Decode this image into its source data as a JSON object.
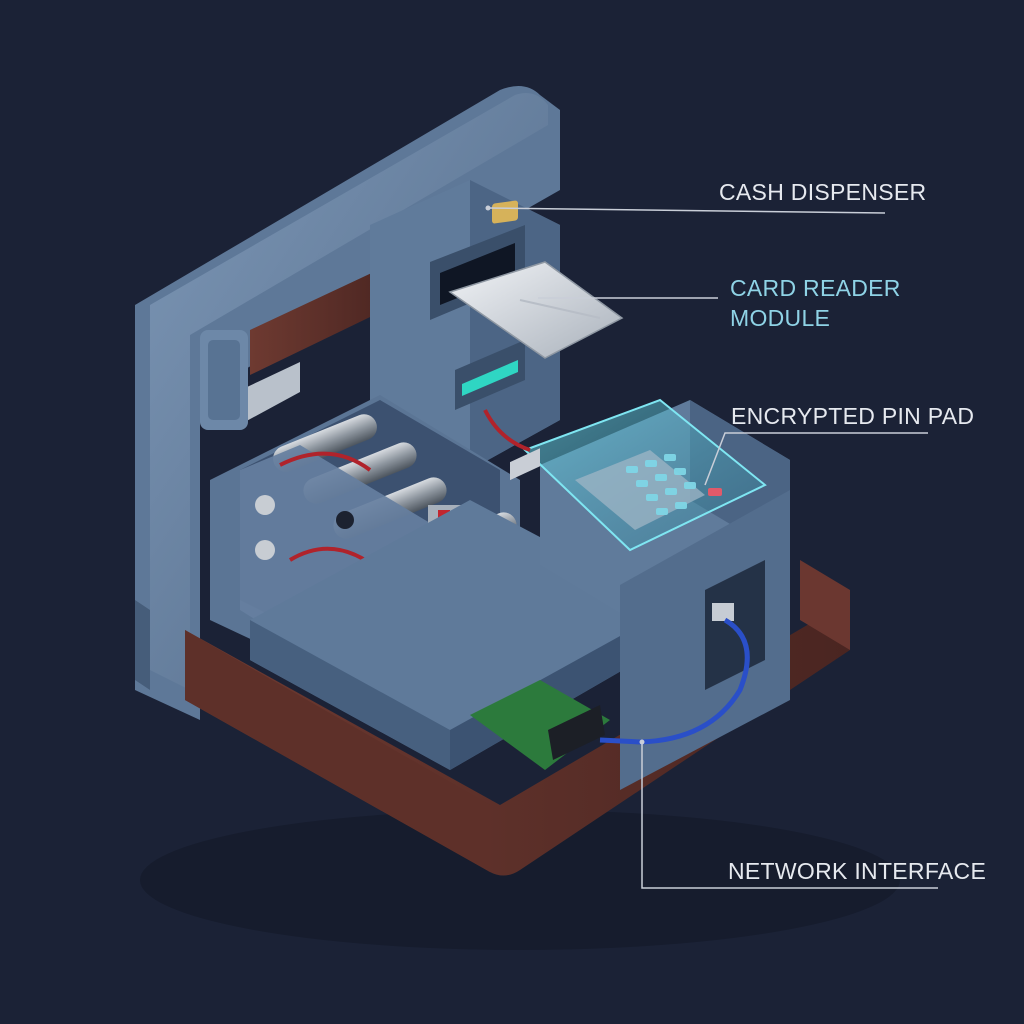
{
  "colors": {
    "background": "#1b2236",
    "label_default": "#e6e9ef",
    "label_highlight": "#8fd3e6",
    "leader_line": "#c9ced8",
    "housing": "#6a86a6",
    "housing_dark": "#4a6282",
    "wood": "#5b2e28",
    "network_cable": "#2a4fc8",
    "pin_pad_glow": "#5fd0e0"
  },
  "callouts": {
    "cash_dispenser": "CASH DISPENSER",
    "card_reader_line1": "CARD READER",
    "card_reader_line2": "MODULE",
    "pin_pad": "ENCRYPTED PIN PAD",
    "network_interface": "NETWORK INTERFACE"
  },
  "icons": {
    "card": "chip-card-icon",
    "keypad": "keypad-icon",
    "circuit": "circuit-board-icon",
    "ethernet": "ethernet-port-icon"
  }
}
